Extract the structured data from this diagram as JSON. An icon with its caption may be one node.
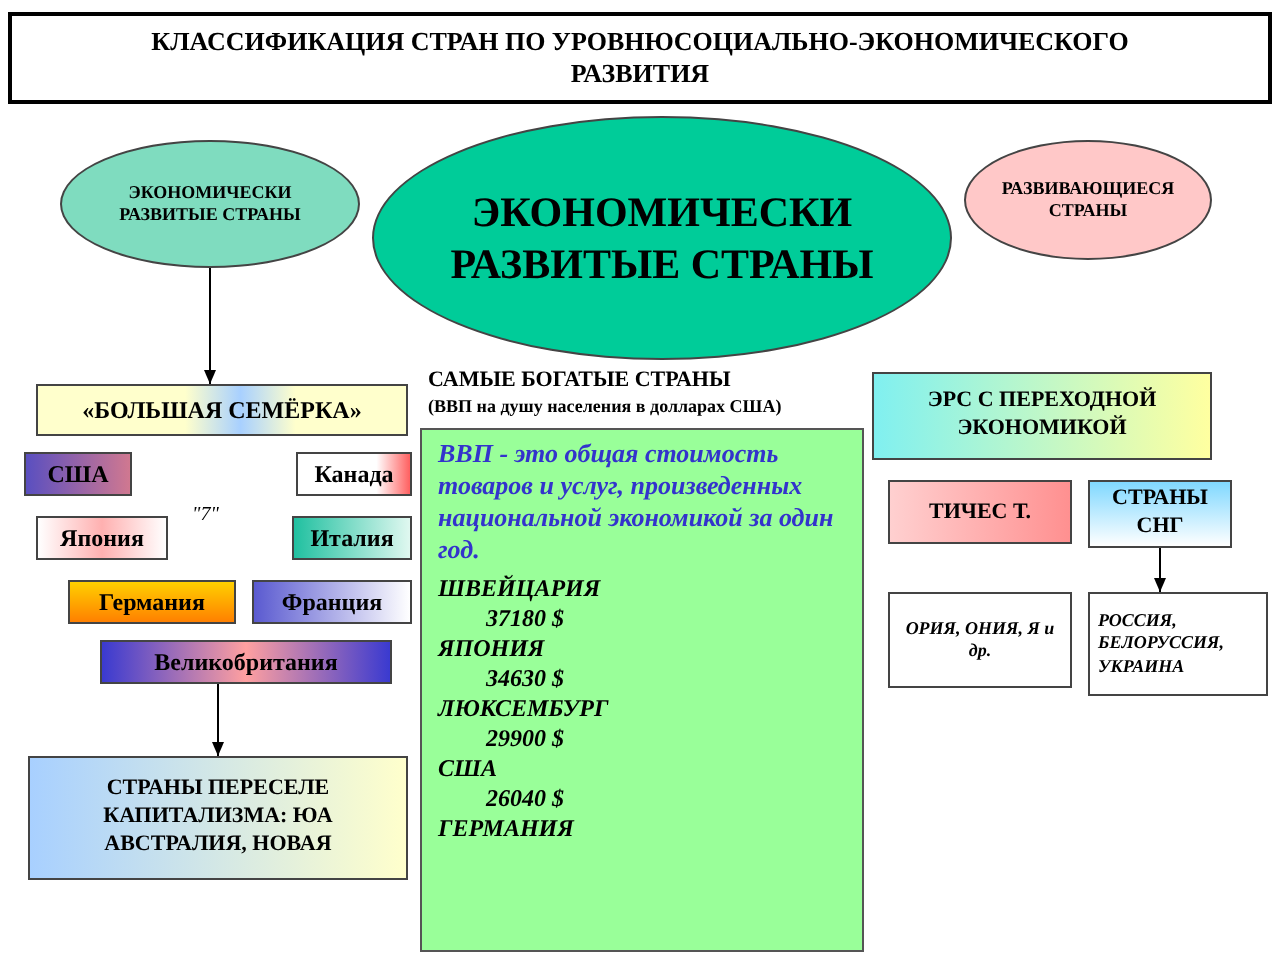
{
  "diagram": {
    "nodes": [
      {
        "text": [
          "КЛАССИФИКАЦИЯ СТРАН ПО УРОВНЮСОЦИАЛЬНО-ЭКОНОМИЧЕСКОГО РАЗВИТИЯ"
        ]
      },
      {
        "text": [
          "ЭКОНОМИЧЕСКИ РАЗВИТЫЕ СТРАНЫ"
        ]
      },
      {
        "text": [
          "ЭКОНОМИЧЕСКИ РАЗВИТЫЕ СТРАНЫ"
        ]
      },
      {
        "text": [
          "РАЗВИВАЮЩИЕСЯ СТРАНЫ"
        ]
      },
      {
        "text": [
          "«БОЛЬШАЯ СЕМЁРКА»"
        ]
      },
      {
        "text": [
          "США"
        ]
      },
      {
        "text": [
          "Канада"
        ]
      },
      {
        "text": [
          "Япония"
        ]
      },
      {
        "text": [
          "Италия"
        ]
      },
      {
        "text": [
          "Германия"
        ]
      },
      {
        "text": [
          "Франция"
        ]
      },
      {
        "text": [
          "Великобритания"
        ]
      },
      {
        "text": [
          "СТРАНЫ ПЕРЕСЕЛЕ КАПИТАЛИЗМА: ЮА АВСТРАЛИЯ, НОВАЯ"
        ]
      },
      {
        "text": [
          "**ВВП -** это общая стоимость товаров и услуг, произведенных национальной экономикой за один год.",
          "ШВЕЙЦАРИЯ",
          "37180 $",
          "ЯПОНИЯ",
          "34630 $",
          "ЛЮКСЕМБУРГ",
          "29900 $",
          "США",
          "26040 $",
          "ГЕРМАНИЯ"
        ]
      },
      {
        "text": [
          "ЭРС С ПЕРЕХОДНОЙ ЭКОНОМИКОЙ"
        ]
      },
      {
        "text": [
          "ТИЧЕС Т."
        ]
      },
      {
        "text": [
          "СТРАНЫ СНГ"
        ]
      },
      {
        "text": [
          "ОРИЯ, ОНИЯ, Я и др."
        ]
      },
      {
        "text": [
          "РОССИЯ, БЕЛОРУССИЯ, УКРАИНА"
        ]
      }
    ],
    "edges": [
      {
        "from": 1,
        "to": 4,
        "arrow": "to"
      },
      {
        "from": 11,
        "to": 12,
        "arrow": "to"
      },
      {
        "from": 16,
        "to": 18,
        "arrow": "to"
      }
    ],
    "labels": [
      "САМЫЕ БОГАТЫЕ СТРАНЫ",
      "(ВВП на душу населения в долларах США)",
      "\"7\""
    ]
  }
}
